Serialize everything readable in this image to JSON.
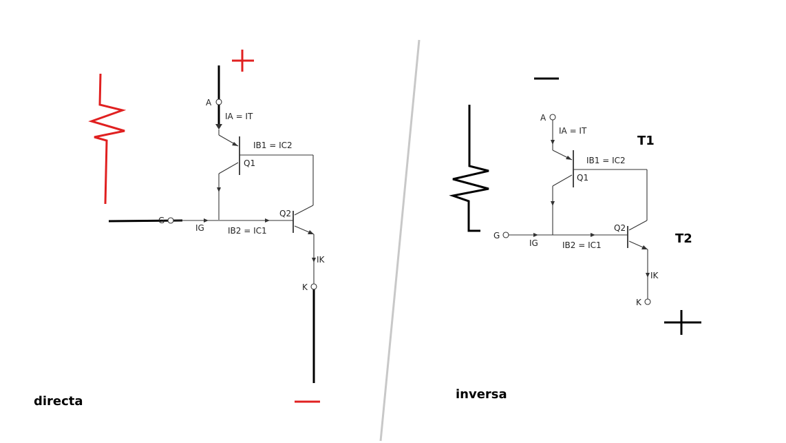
{
  "directa": {
    "caption": "directa",
    "anode_label": "A",
    "anode_current": "IA = IT",
    "q1_base_current": "IB1 = IC2",
    "q1_label": "Q1",
    "q2_label": "Q2",
    "gate_label": "G",
    "gate_current": "IG",
    "q2_base_current": "IB2 = IC1",
    "cathode_current": "IK",
    "cathode_label": "K",
    "plus_sign": "+",
    "minus_sign": "—"
  },
  "inversa": {
    "caption": "inversa",
    "anode_label": "A",
    "anode_current": "IA = IT",
    "q1_base_current": "IB1 = IC2",
    "q1_label": "Q1",
    "q2_label": "Q2",
    "gate_label": "G",
    "gate_current": "IG",
    "q2_base_current": "IB2 = IC1",
    "cathode_current": "IK",
    "cathode_label": "K",
    "t1_label": "T1",
    "t2_label": "T2",
    "plus_sign": "+",
    "minus_sign": "—"
  },
  "colors": {
    "ink": "#000000",
    "wire": "#333333",
    "polarity_red": "#e02020",
    "divider": "#c8c8c8"
  }
}
